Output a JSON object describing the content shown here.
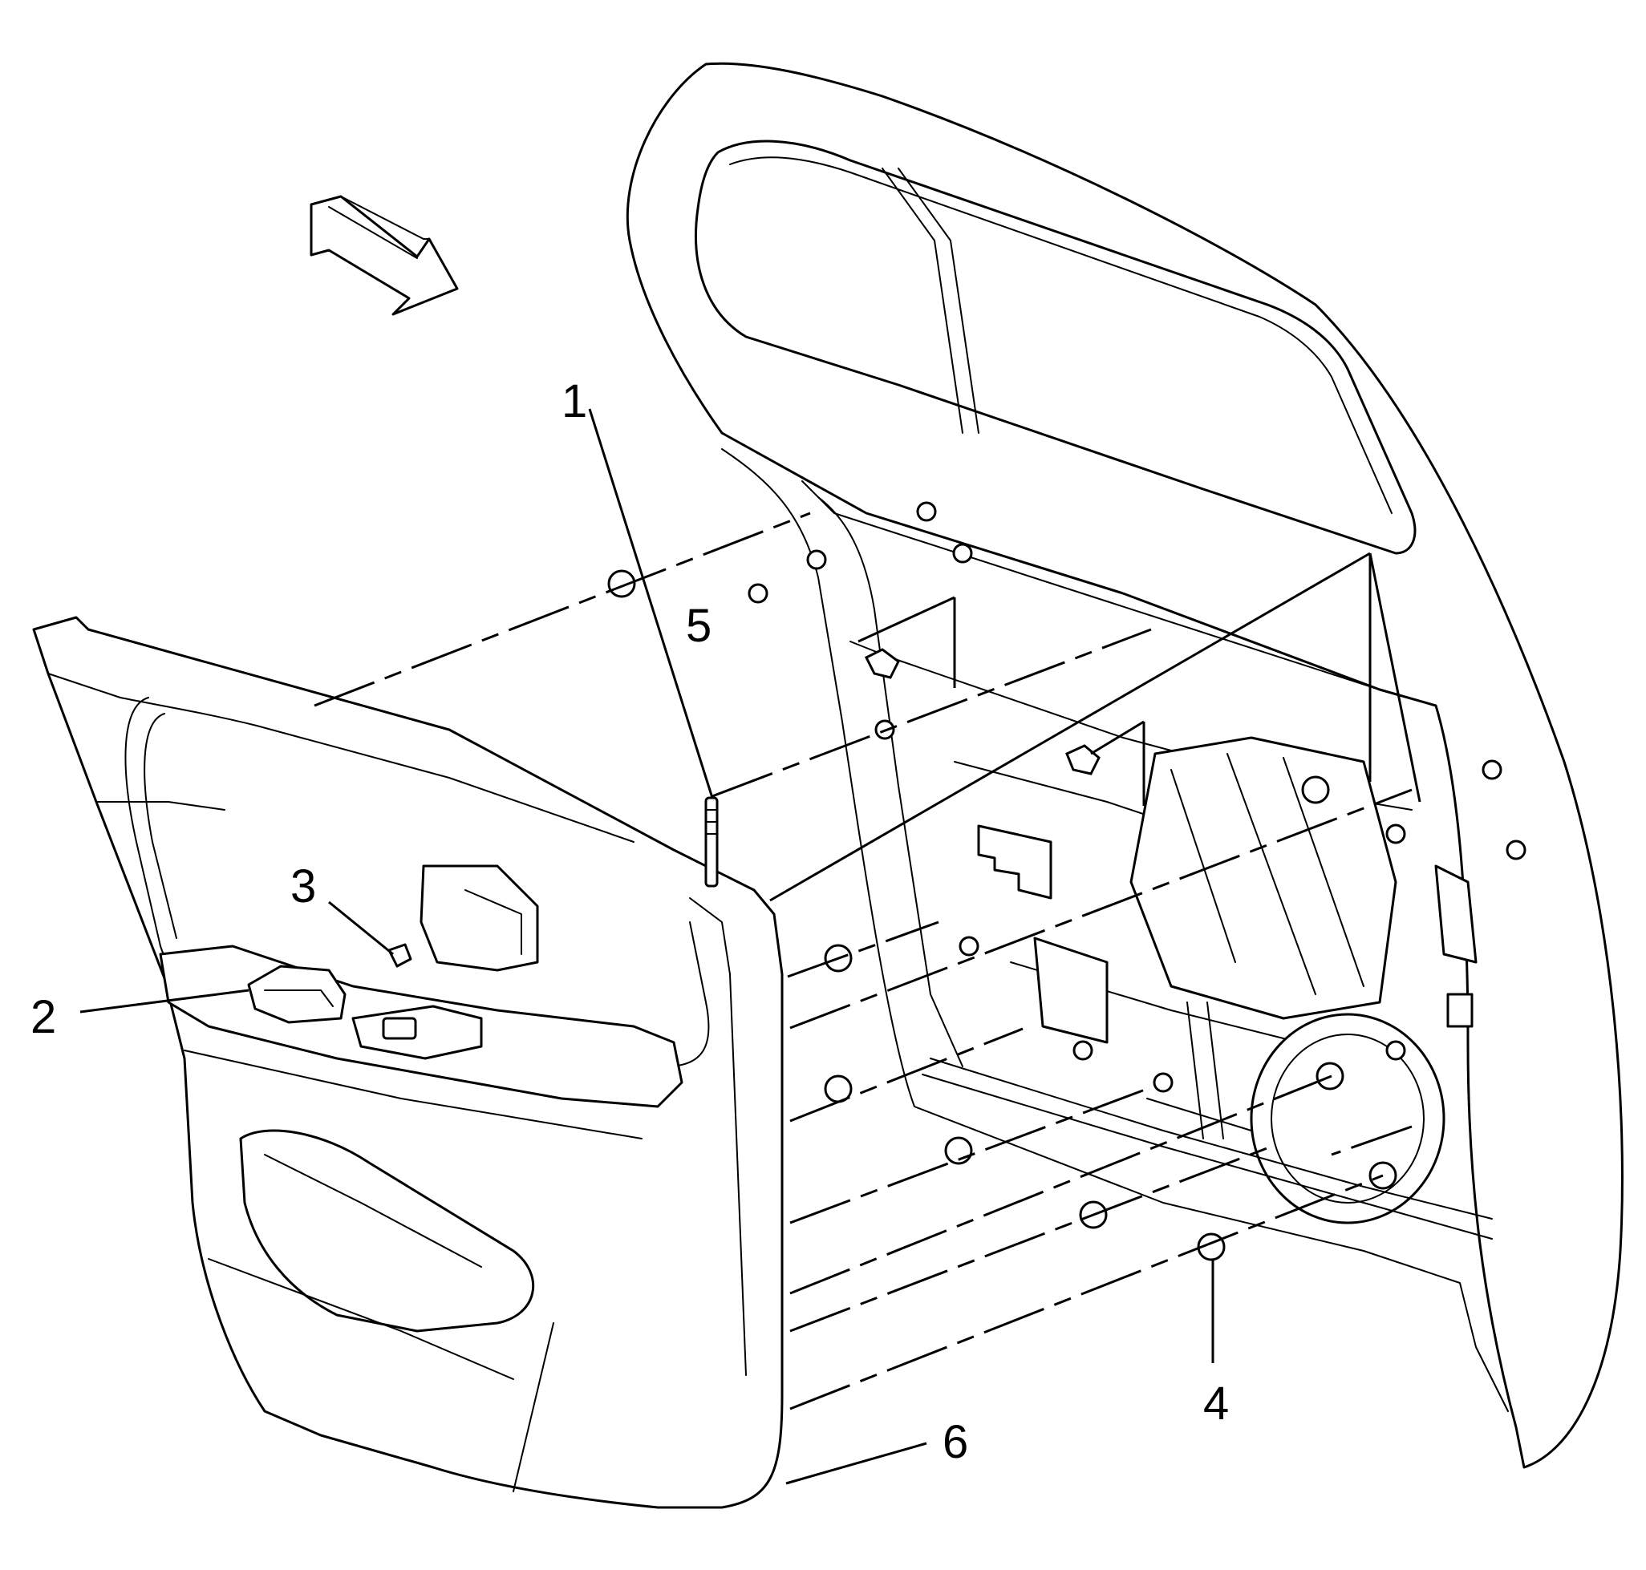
{
  "callouts": [
    {
      "id": "1",
      "label": "1"
    },
    {
      "id": "2",
      "label": "2"
    },
    {
      "id": "3",
      "label": "3"
    },
    {
      "id": "4",
      "label": "4"
    },
    {
      "id": "5",
      "label": "5"
    },
    {
      "id": "6",
      "label": "6"
    }
  ],
  "colors": {
    "line": "#000000",
    "background": "#ffffff"
  },
  "icons": {
    "direction": "view-direction-arrow-icon"
  }
}
